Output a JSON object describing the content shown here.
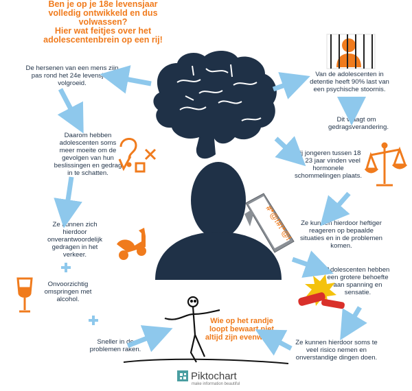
{
  "title": {
    "line1": "Ben je op je 18e levensjaar",
    "line2": "volledig ontwikkeld en dus",
    "line3": "volwassen?",
    "line4": "Hier wat feitjes over het",
    "line5": "adolescentenbrein op een rij!"
  },
  "facts": {
    "brain": "De hersenen van een mens zijn pas rond het 24e levensjaar volgroeid.",
    "detention": "Van de adolescenten in detentie heeft 90% last van een psychische stoornis.",
    "behavior_change": "Dit vraagt om gedragsverandering.",
    "hormones": "Bij jongeren tussen 18 en 23 jaar vinden veel hormonele schommelingen plaats.",
    "react": "Ze kunnen hierdoor heftiger reageren op bepaalde situaties en in de problemen komen.",
    "thrill": "Adolescenten hebben een grotere behoefte aan spanning en sensatie.",
    "risk": "Ze kunnen hierdoor soms te veel risico nemen en onverstandige dingen doen.",
    "trouble": "Sneller in de problemen raken.",
    "alcohol": "Onvoorzichtig omspringen met alcohol.",
    "traffic": "Ze kunnen zich hierdoor onverantwoordelijk gedragen in het verkeer.",
    "consequences": "Daarom hebben adolescenten soms meer moeite om de gevolgen van hun beslissingen en gedrag in te schatten."
  },
  "balance_note": "Wie op het randje loopt bewaart niet altijd zijn evenwicht.",
  "speech_bubble": "#*@!#!*@!",
  "logo": {
    "name": "Piktochart",
    "tagline": "make information beautiful"
  },
  "colors": {
    "navy": "#1f3147",
    "orange": "#f07b1d",
    "blue": "#8ec8ec",
    "red": "#d9302a"
  },
  "icons": [
    "brain-icon",
    "person-silhouette-icon",
    "prisoner-icon",
    "scales-icon",
    "explosion-icon",
    "question-mark-icon",
    "scooter-icon",
    "wine-glass-icon",
    "tightrope-walker-icon",
    "piktochart-logo-icon"
  ]
}
